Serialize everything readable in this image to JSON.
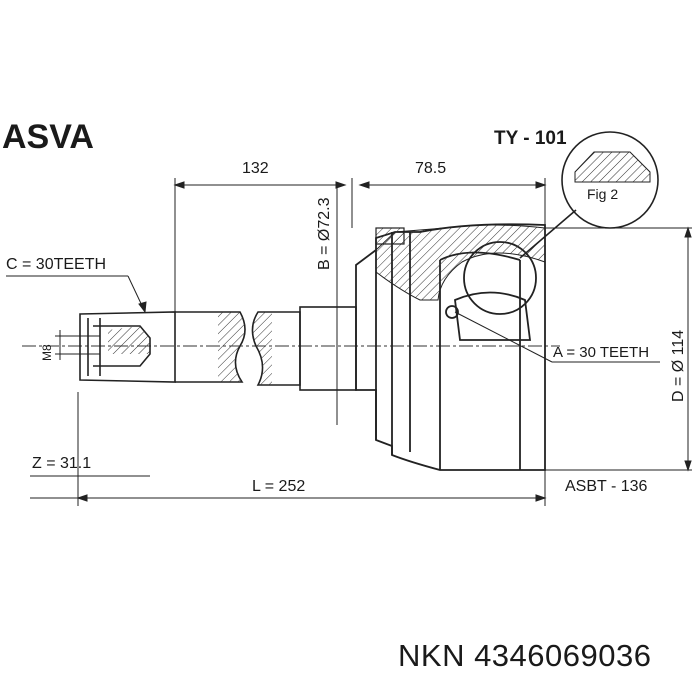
{
  "header": {
    "brand": "ASVA",
    "part_code": "TY - 101"
  },
  "dimensions": {
    "len_132": "132",
    "len_785": "78.5",
    "b_diameter": "B = Ø72.3",
    "d_diameter": "D = Ø 114",
    "c_teeth": "C = 30TEETH",
    "a_teeth": "A = 30 TEETH",
    "z_value": "Z = 31.1",
    "l_value": "L = 252",
    "thread": "M8",
    "abs_ring": "ASBT - 136"
  },
  "callout": {
    "label": "Fig 2"
  },
  "footer": {
    "caption": "NKN 4346069036"
  }
}
